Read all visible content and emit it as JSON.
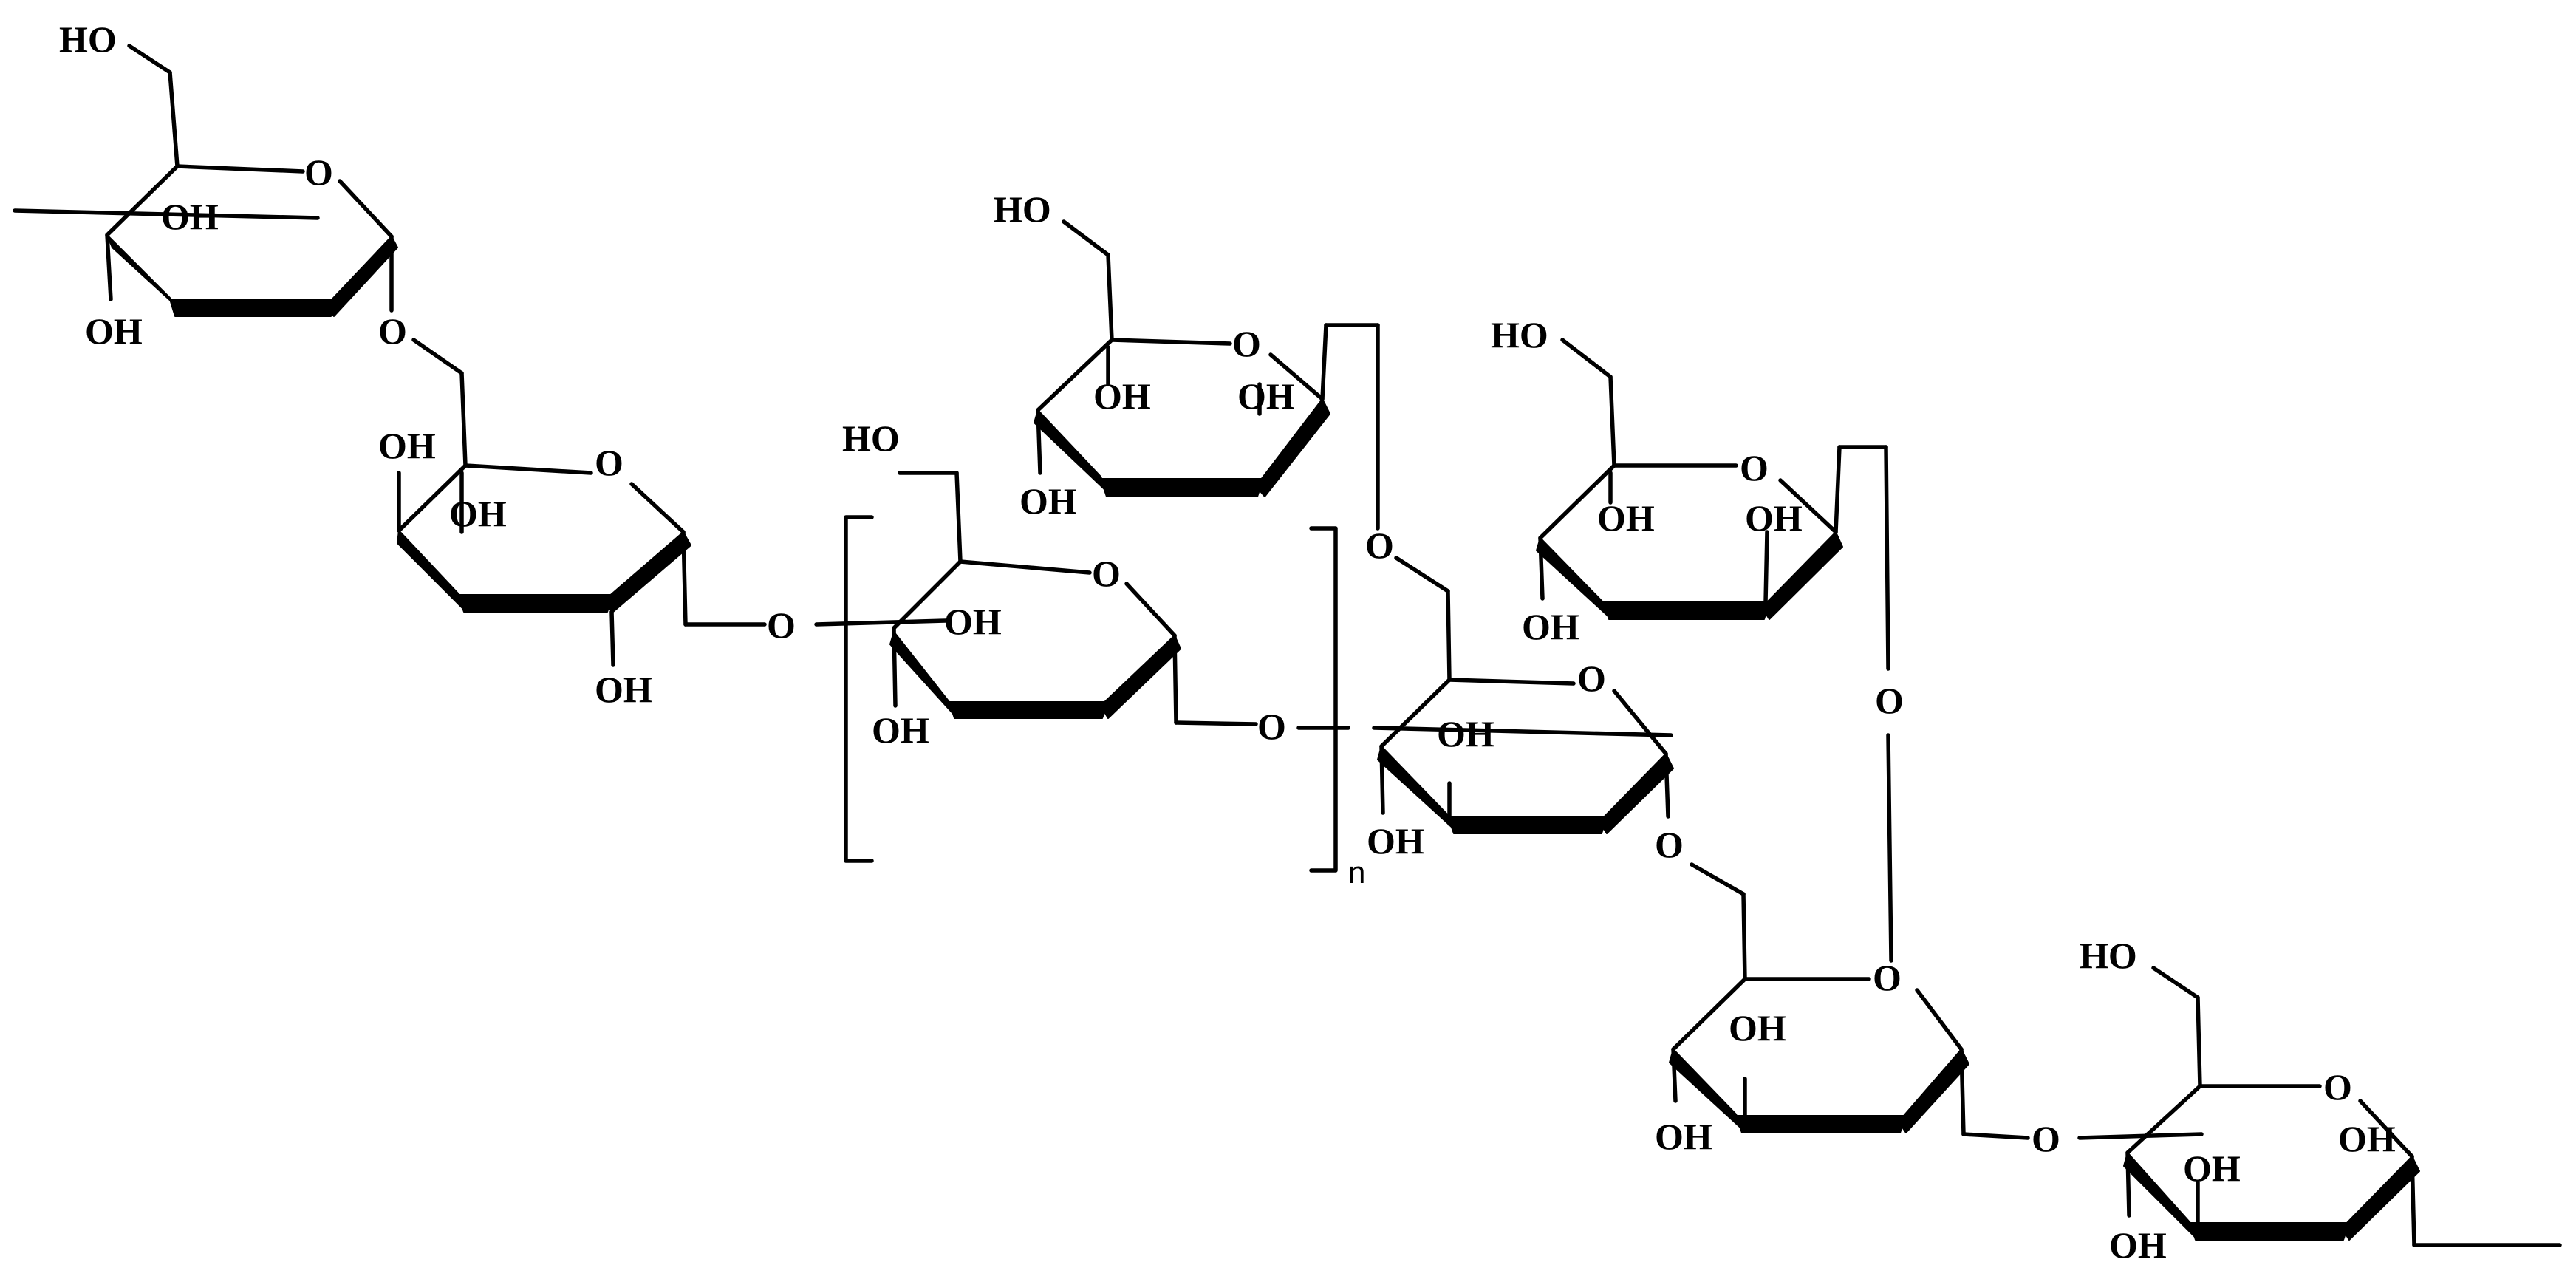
{
  "labels": {
    "ho": "HO",
    "oh": "OH",
    "o": "O",
    "repeat_subscript": "n"
  }
}
